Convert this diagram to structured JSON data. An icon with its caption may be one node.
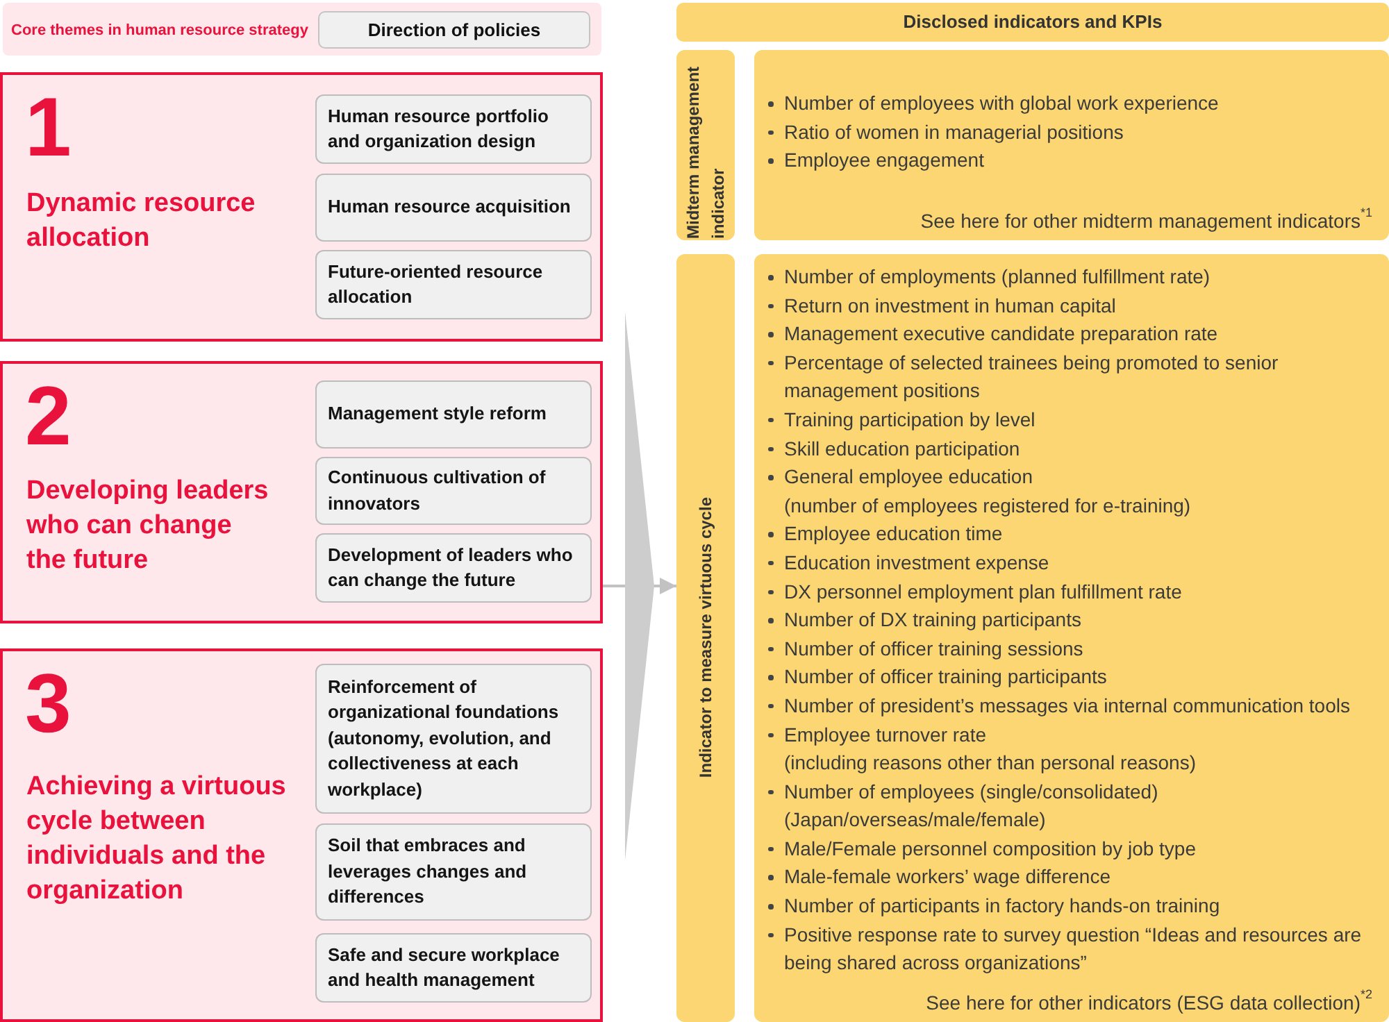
{
  "diagram": {
    "nodes": [
      {
        "text": [
          "Core themes in human resource strategy"
        ]
      },
      {
        "text": [
          "Direction of policies"
        ],
        "in": 0
      },
      {
        "text": [
          "1",
          "Dynamic resource allocation"
        ]
      },
      {
        "text": [
          "Human resource portfolio and organization design"
        ],
        "in": 2
      },
      {
        "text": [
          "Human resource acquisition"
        ],
        "in": 2
      },
      {
        "text": [
          "Future-oriented resource allocation"
        ],
        "in": 2
      },
      {
        "text": [
          "2",
          "Developing leaders who can change the future"
        ]
      },
      {
        "text": [
          "Management style reform"
        ],
        "in": 6
      },
      {
        "text": [
          "Continuous cultivation of innovators"
        ],
        "in": 6
      },
      {
        "text": [
          "Development of leaders who can change the future"
        ],
        "in": 6
      },
      {
        "text": [
          "3",
          "Achieving a virtuous cycle between individuals and the organization"
        ]
      },
      {
        "text": [
          "Reinforcement of organizational foundations (autonomy, evolution, and collectiveness at each workplace)"
        ],
        "in": 10
      },
      {
        "text": [
          "Soil that embraces and leverages changes and differences"
        ],
        "in": 10
      },
      {
        "text": [
          "Safe and secure workplace and health management"
        ],
        "in": 10
      },
      {
        "text": [
          "Disclosed indicators and KPIs"
        ]
      },
      {
        "text": [
          "Midterm management indicator"
        ]
      },
      {
        "text": [
          "Number of employees with global work experience",
          "Ratio of women in managerial positions",
          "Employee engagement",
          "See here for other midterm management indicators$^{*1}$"
        ]
      },
      {
        "text": [
          "Indicator to measure virtuous cycle"
        ]
      },
      {
        "text": [
          "Number of employments (planned fulfillment rate)",
          "Return on investment in human capital",
          "Management executive candidate preparation rate",
          "Percentage of selected trainees being promoted to senior management positions",
          "Training participation by level",
          "Skill education participation",
          "General employee education (number of employees registered for e-training)",
          "Employee education time",
          "Education investment expense",
          "DX personnel employment plan fulfillment rate",
          "Number of DX training participants",
          "Number of officer training sessions",
          "Number of officer training participants",
          "Number of president’s messages via internal communication tools",
          "Employee turnover rate (including reasons other than personal reasons)",
          "Number of employees (single/consolidated) (Japan/overseas/male/female)",
          "Male/Female personnel composition by job type",
          "Male-female workers’ wage difference",
          "Number of participants in factory hands-on training",
          "Positive response rate to survey question “Ideas and resources are being shared across organizations”",
          "See here for other indicators (ESG data collection)$^{*2}$"
        ]
      }
    ],
    "edges": [
      {
        "from": 6,
        "to": 17,
        "arrow": "to"
      }
    ]
  }
}
